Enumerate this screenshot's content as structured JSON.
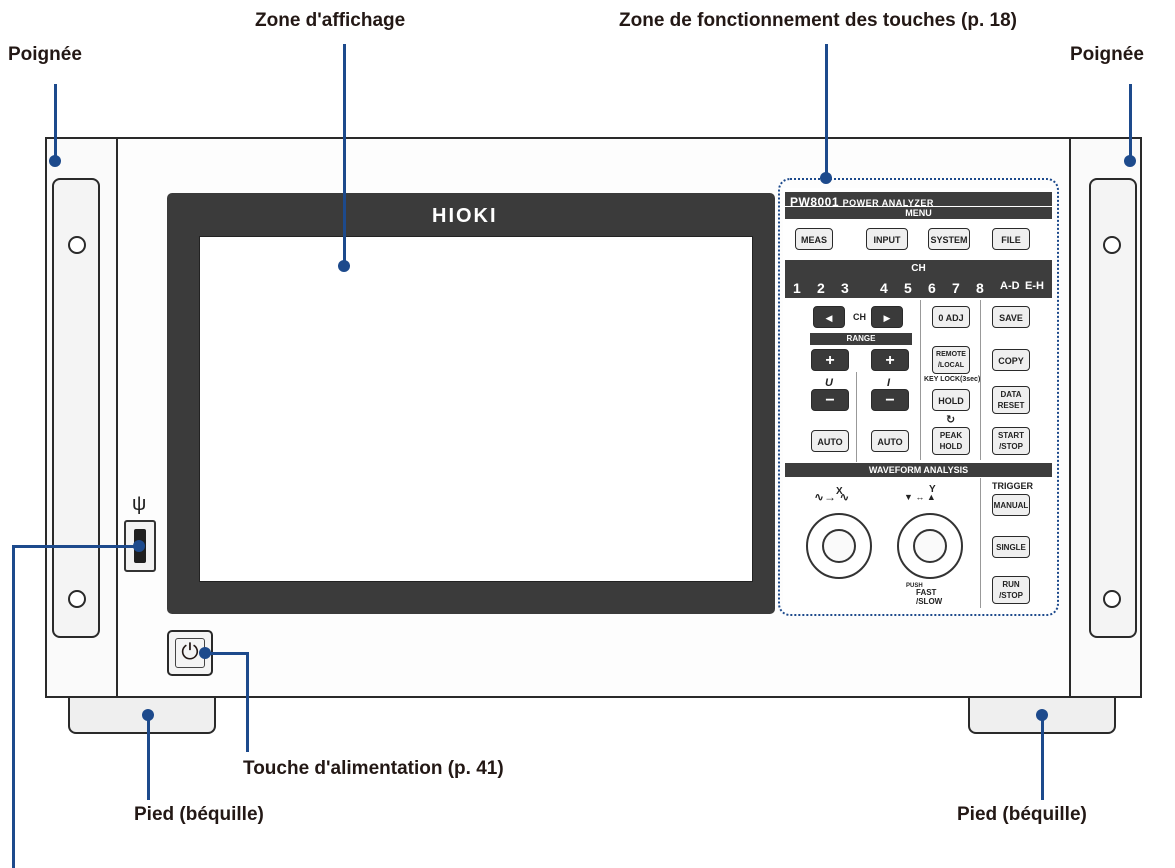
{
  "labels": {
    "display": "Zone d'affichage",
    "keys": "Zone de fonctionnement des touches (p. 18)",
    "handle_left": "Poignée",
    "handle_right": "Poignée",
    "power": "Touche d'alimentation (p. 41)",
    "foot_left": "Pied (béquille)",
    "foot_right": "Pied (béquille)"
  },
  "device": {
    "brand": "HIOKI",
    "model": "PW8001",
    "model_suffix": "POWER ANALYZER"
  },
  "panel": {
    "menu_title": "MENU",
    "menu_buttons": [
      "MEAS",
      "INPUT",
      "SYSTEM",
      "FILE"
    ],
    "ch_title": "CH",
    "channels": [
      "1",
      "2",
      "3",
      "4",
      "5",
      "6",
      "7",
      "8",
      "A-D",
      "E-H"
    ],
    "ch_label": "CH",
    "range_title": "RANGE",
    "u_label": "U",
    "i_label": "I",
    "auto": "AUTO",
    "zero_adj": "0 ADJ",
    "remote_local": "REMOTE /LOCAL",
    "key_lock": "KEY LOCK(3sec)",
    "hold": "HOLD",
    "peak_hold": "PEAK HOLD",
    "save": "SAVE",
    "copy": "COPY",
    "data_reset": "DATA RESET",
    "start_stop": "START /STOP",
    "waveform_title": "WAVEFORM ANALYSIS",
    "x_label": "X",
    "y_label": "Y",
    "push_label": "PUSH",
    "fast_slow": "FAST /SLOW",
    "trigger_title": "TRIGGER",
    "manual": "MANUAL",
    "single": "SINGLE",
    "run_stop": "RUN /STOP"
  },
  "colors": {
    "leader": "#1d4a8c",
    "panel_bar": "#3d3d3d",
    "bezel": "#3b3b3b"
  }
}
